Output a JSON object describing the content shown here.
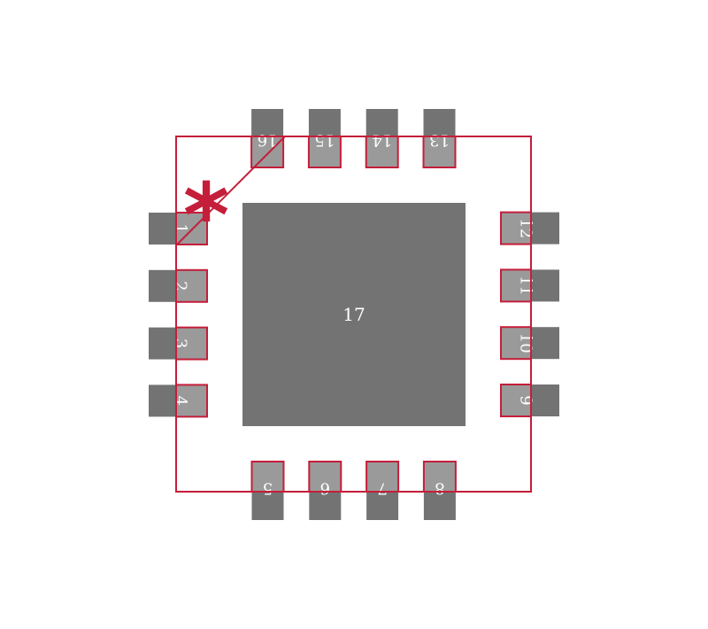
{
  "footprint": {
    "colors": {
      "pad": "#737373",
      "pad_overlap": "#9a9a9a",
      "outline": "#c41e3a",
      "label": "#ffffff"
    },
    "marker": {
      "glyph": "*",
      "icon": "pin1-asterisk-icon"
    },
    "center_pad": {
      "label": "17"
    },
    "pins": {
      "left": [
        "1",
        "2",
        "3",
        "4"
      ],
      "bottom": [
        "5",
        "6",
        "7",
        "8"
      ],
      "right": [
        "9",
        "10",
        "11",
        "12"
      ],
      "top": [
        "13",
        "14",
        "15",
        "16"
      ]
    }
  }
}
